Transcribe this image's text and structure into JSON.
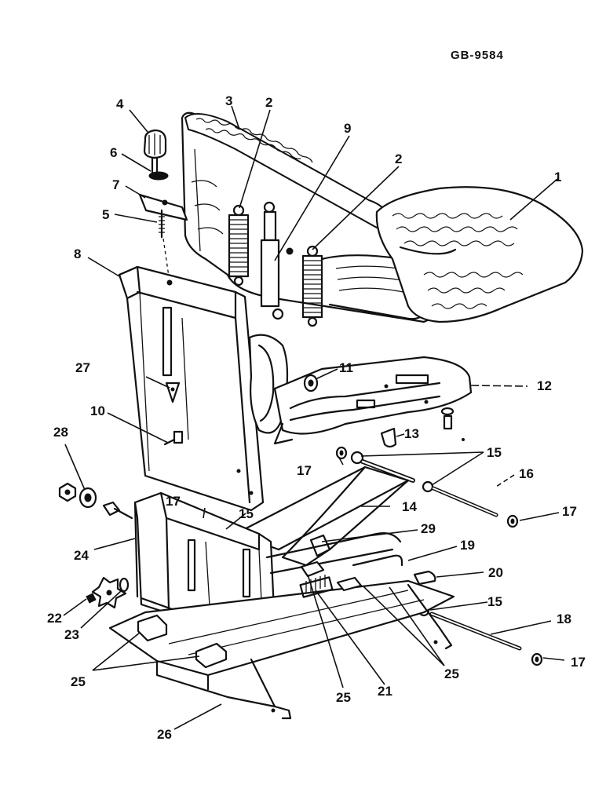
{
  "drawing_ref": "GB-9584",
  "colors": {
    "ink": "#111111",
    "paper": "#ffffff"
  },
  "callouts": [
    {
      "id": "c1",
      "label": "1"
    },
    {
      "id": "c2a",
      "label": "2"
    },
    {
      "id": "c2b",
      "label": "2"
    },
    {
      "id": "c3",
      "label": "3"
    },
    {
      "id": "c4",
      "label": "4"
    },
    {
      "id": "c5",
      "label": "5"
    },
    {
      "id": "c6",
      "label": "6"
    },
    {
      "id": "c7",
      "label": "7"
    },
    {
      "id": "c8",
      "label": "8"
    },
    {
      "id": "c9",
      "label": "9"
    },
    {
      "id": "c10",
      "label": "10"
    },
    {
      "id": "c11",
      "label": "11"
    },
    {
      "id": "c12",
      "label": "12"
    },
    {
      "id": "c13",
      "label": "13"
    },
    {
      "id": "c14",
      "label": "14"
    },
    {
      "id": "c15a",
      "label": "15"
    },
    {
      "id": "c15b",
      "label": "15"
    },
    {
      "id": "c15c",
      "label": "15"
    },
    {
      "id": "c16",
      "label": "16"
    },
    {
      "id": "c17a",
      "label": "17"
    },
    {
      "id": "c17b",
      "label": "17"
    },
    {
      "id": "c17c",
      "label": "17"
    },
    {
      "id": "c17d",
      "label": "17"
    },
    {
      "id": "c18",
      "label": "18"
    },
    {
      "id": "c19",
      "label": "19"
    },
    {
      "id": "c20",
      "label": "20"
    },
    {
      "id": "c21",
      "label": "21"
    },
    {
      "id": "c22",
      "label": "22"
    },
    {
      "id": "c23",
      "label": "23"
    },
    {
      "id": "c24",
      "label": "24"
    },
    {
      "id": "c25a",
      "label": "25"
    },
    {
      "id": "c25b",
      "label": "25"
    },
    {
      "id": "c25c",
      "label": "25"
    },
    {
      "id": "c26",
      "label": "26"
    },
    {
      "id": "c27",
      "label": "27"
    },
    {
      "id": "c28",
      "label": "28"
    },
    {
      "id": "c29",
      "label": "29"
    }
  ]
}
